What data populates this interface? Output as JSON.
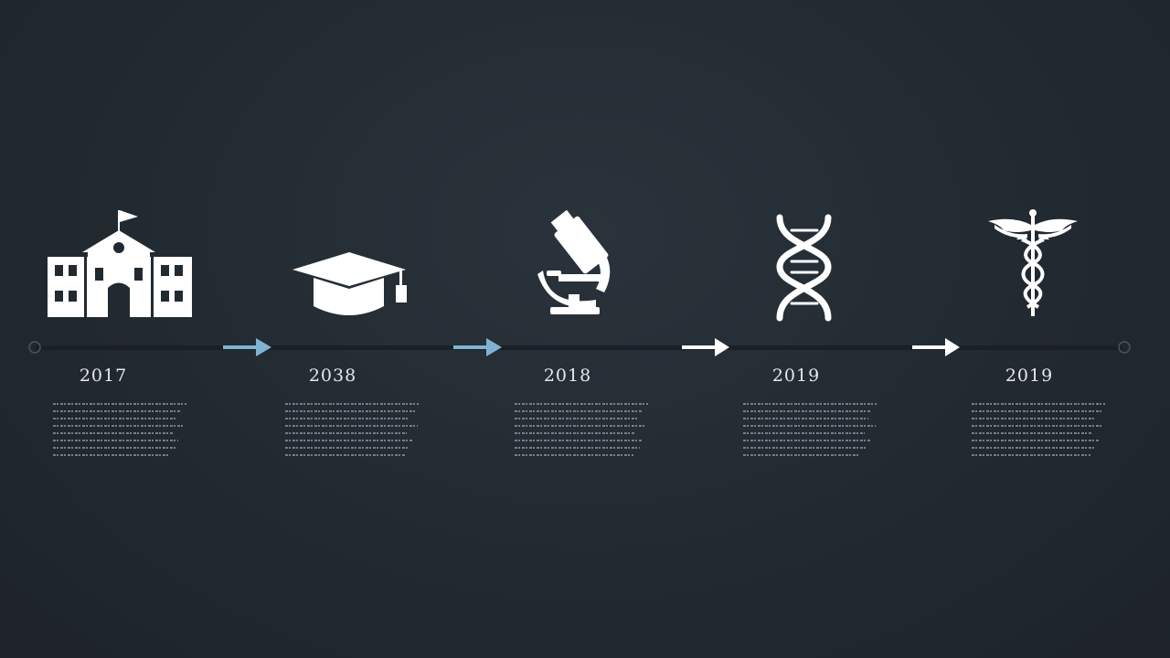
{
  "colors": {
    "background": "#222a31",
    "icon": "#ffffff",
    "accent_arrow": "#7fb3d5",
    "plain_arrow": "#ffffff"
  },
  "milestones": [
    {
      "year": "2017",
      "icon": "school-building-icon"
    },
    {
      "year": "2038",
      "icon": "graduation-cap-icon"
    },
    {
      "year": "2018",
      "icon": "microscope-icon"
    },
    {
      "year": "2019",
      "icon": "dna-helix-icon"
    },
    {
      "year": "2019",
      "icon": "caduceus-icon"
    }
  ],
  "connectors": [
    {
      "icon": "arrow-right-icon",
      "style": "accent"
    },
    {
      "icon": "arrow-right-icon",
      "style": "accent"
    },
    {
      "icon": "arrow-right-icon",
      "style": "plain"
    },
    {
      "icon": "arrow-right-icon",
      "style": "plain"
    }
  ]
}
